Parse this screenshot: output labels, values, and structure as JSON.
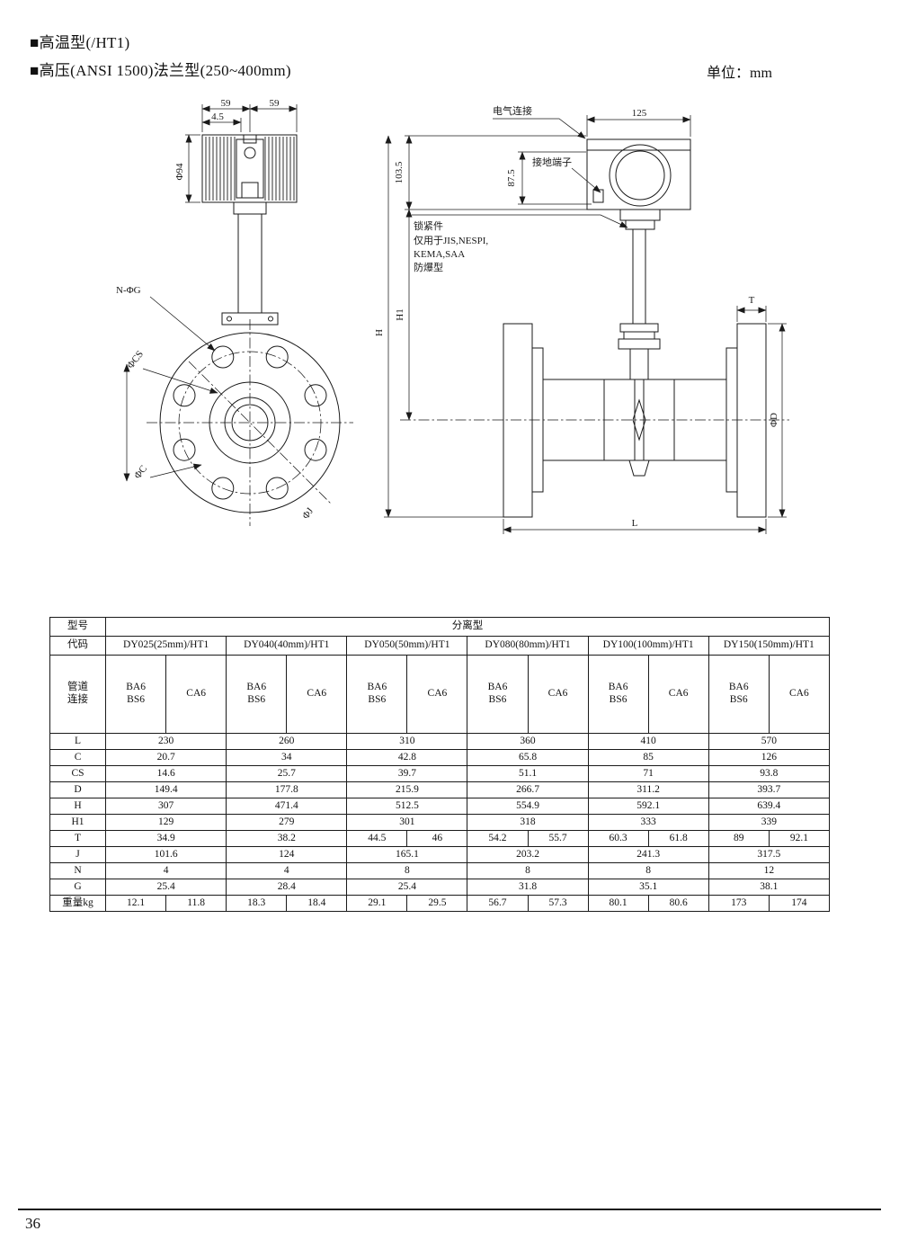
{
  "page": {
    "title_line1": "■高温型(/HT1)",
    "title_line2": "■高压(ANSI 1500)法兰型(250~400mm)",
    "unit": "单位：mm",
    "page_number": "36"
  },
  "front_view": {
    "dim_59_left": "59",
    "dim_59_right": "59",
    "dim_4_5": "4.5",
    "dim_phi94": "Φ94",
    "bolt_callout": "N-ΦG",
    "phi_cs": "ΦCS",
    "phi_c": "ΦC",
    "phi_j": "ΦJ"
  },
  "side_view": {
    "electrical_connection": "电气连接",
    "dim_125": "125",
    "ground_terminal": "接地端子",
    "dim_87_5": "87.5",
    "dim_103_5": "103.5",
    "lock_note_line1": "锁紧件",
    "lock_note_line2": "仅用于JIS,NESPI,",
    "lock_note_line3": "KEMA,SAA",
    "lock_note_line4": "防爆型",
    "dim_h": "H",
    "dim_h1": "H1",
    "dim_t": "T",
    "dim_phi_d": "ΦD",
    "dim_l": "L"
  },
  "table": {
    "model_label": "型号",
    "model_value": "分离型",
    "code_label": "代码",
    "codes": [
      "DY025(25mm)/HT1",
      "DY040(40mm)/HT1",
      "DY050(50mm)/HT1",
      "DY080(80mm)/HT1",
      "DY100(100mm)/HT1",
      "DY150(150mm)/HT1"
    ],
    "pipe_label_line1": "管道",
    "pipe_label_line2": "连接",
    "pipe_conn_a_line1": "BA6",
    "pipe_conn_a_line2": "BS6",
    "pipe_conn_b": "CA6",
    "rows": [
      {
        "key": "L",
        "label": "L",
        "values": [
          [
            "230"
          ],
          [
            "260"
          ],
          [
            "310"
          ],
          [
            "360"
          ],
          [
            "410"
          ],
          [
            "570"
          ]
        ]
      },
      {
        "key": "C",
        "label": "C",
        "values": [
          [
            "20.7"
          ],
          [
            "34"
          ],
          [
            "42.8"
          ],
          [
            "65.8"
          ],
          [
            "85"
          ],
          [
            "126"
          ]
        ]
      },
      {
        "key": "CS",
        "label": "CS",
        "values": [
          [
            "14.6"
          ],
          [
            "25.7"
          ],
          [
            "39.7"
          ],
          [
            "51.1"
          ],
          [
            "71"
          ],
          [
            "93.8"
          ]
        ]
      },
      {
        "key": "D",
        "label": "D",
        "values": [
          [
            "149.4"
          ],
          [
            "177.8"
          ],
          [
            "215.9"
          ],
          [
            "266.7"
          ],
          [
            "311.2"
          ],
          [
            "393.7"
          ]
        ]
      },
      {
        "key": "H",
        "label": "H",
        "values": [
          [
            "307"
          ],
          [
            "471.4"
          ],
          [
            "512.5"
          ],
          [
            "554.9"
          ],
          [
            "592.1"
          ],
          [
            "639.4"
          ]
        ]
      },
      {
        "key": "H1",
        "label": "H1",
        "values": [
          [
            "129"
          ],
          [
            "279"
          ],
          [
            "301"
          ],
          [
            "318"
          ],
          [
            "333"
          ],
          [
            "339"
          ]
        ]
      },
      {
        "key": "T",
        "label": "T",
        "values": [
          [
            "34.9"
          ],
          [
            "38.2"
          ],
          [
            "44.5",
            "46"
          ],
          [
            "54.2",
            "55.7"
          ],
          [
            "60.3",
            "61.8"
          ],
          [
            "89",
            "92.1"
          ]
        ]
      },
      {
        "key": "J",
        "label": "J",
        "values": [
          [
            "101.6"
          ],
          [
            "124"
          ],
          [
            "165.1"
          ],
          [
            "203.2"
          ],
          [
            "241.3"
          ],
          [
            "317.5"
          ]
        ]
      },
      {
        "key": "N",
        "label": "N",
        "values": [
          [
            "4"
          ],
          [
            "4"
          ],
          [
            "8"
          ],
          [
            "8"
          ],
          [
            "8"
          ],
          [
            "12"
          ]
        ]
      },
      {
        "key": "G",
        "label": "G",
        "values": [
          [
            "25.4"
          ],
          [
            "28.4"
          ],
          [
            "25.4"
          ],
          [
            "31.8"
          ],
          [
            "35.1"
          ],
          [
            "38.1"
          ]
        ]
      },
      {
        "key": "weight",
        "label": "重量kg",
        "values": [
          [
            "12.1",
            "11.8"
          ],
          [
            "18.3",
            "18.4"
          ],
          [
            "29.1",
            "29.5"
          ],
          [
            "56.7",
            "57.3"
          ],
          [
            "80.1",
            "80.6"
          ],
          [
            "173",
            "174"
          ]
        ]
      }
    ]
  }
}
